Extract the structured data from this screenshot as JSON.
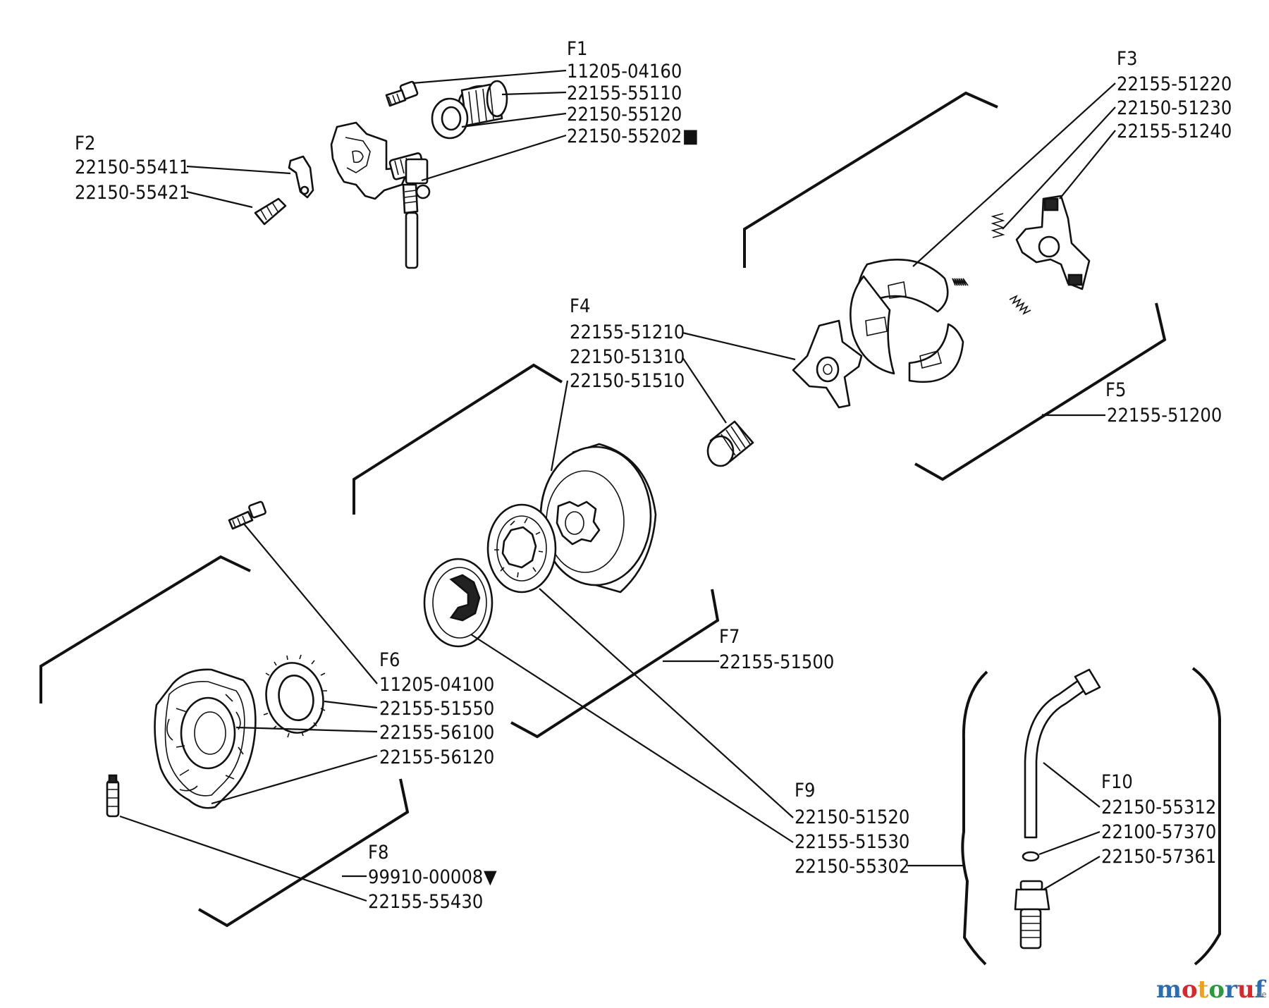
{
  "groups": [
    {
      "id": "F1",
      "parts": [
        "11205-04160",
        "22155-55110",
        "22150-55120",
        "22150-55202"
      ]
    },
    {
      "id": "F2",
      "parts": [
        "22150-55411",
        "22150-55421"
      ]
    },
    {
      "id": "F3",
      "parts": [
        "22155-51220",
        "22150-51230",
        "22155-51240"
      ]
    },
    {
      "id": "F4",
      "parts": [
        "22155-51210",
        "22150-51310",
        "22150-51510"
      ]
    },
    {
      "id": "F5",
      "parts": [
        "22155-51200"
      ]
    },
    {
      "id": "F6",
      "parts": [
        "11205-04100",
        "22155-51550",
        "22155-56100",
        "22155-56120"
      ]
    },
    {
      "id": "F7",
      "parts": [
        "22155-51500"
      ]
    },
    {
      "id": "F8",
      "parts": [
        "99910-00008",
        "22155-55430"
      ]
    },
    {
      "id": "F9",
      "parts": [
        "22150-51520",
        "22155-51530",
        "22150-55302"
      ]
    },
    {
      "id": "F10",
      "parts": [
        "22150-55312",
        "22100-57370",
        "22150-57361"
      ]
    }
  ],
  "markers": {
    "square": "■",
    "triangle": "▼"
  },
  "watermark": {
    "letters": [
      "m",
      "o",
      "t",
      "o",
      "r",
      "u",
      "f"
    ],
    "letter_colors": [
      "#2a6db5",
      "#d62a2a",
      "#f0a020",
      "#2a9a3a",
      "#2a6db5",
      "#d62a2a",
      "#2a6db5"
    ],
    "suffix": ".de"
  }
}
